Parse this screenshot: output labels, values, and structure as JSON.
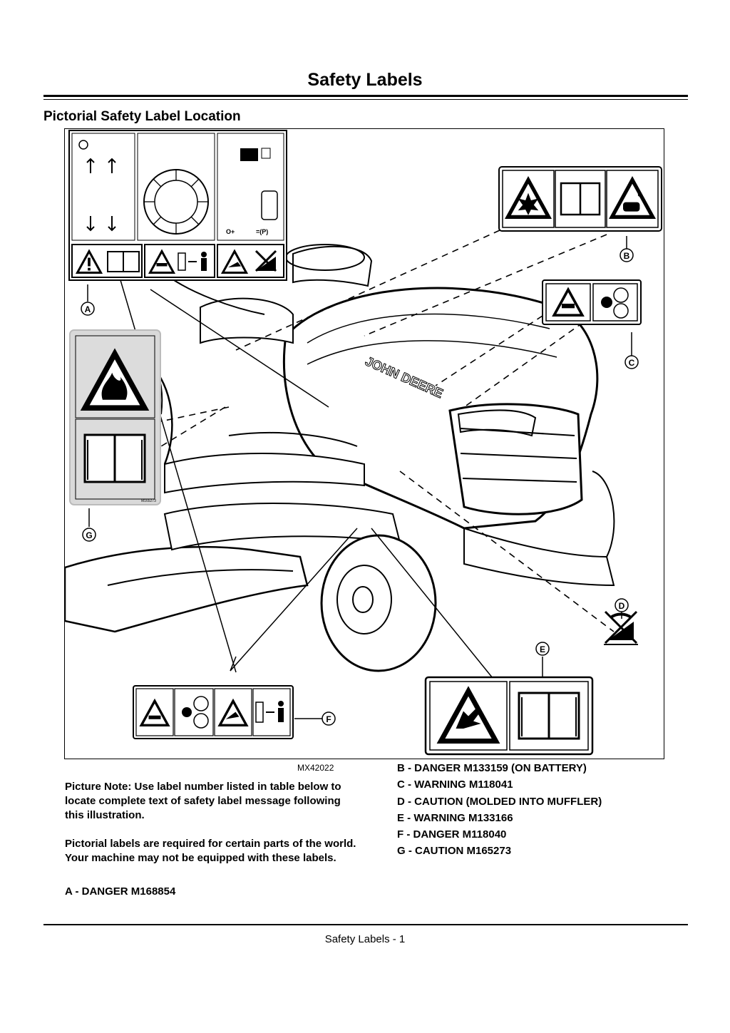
{
  "page": {
    "title": "Safety Labels",
    "section_heading": "Pictorial Safety Label Location",
    "figure_id": "MX42022",
    "footer": "Safety Labels - 1"
  },
  "figure": {
    "brand_on_hood": "JOHN DEERE",
    "callouts": [
      "A",
      "B",
      "C",
      "D",
      "E",
      "F",
      "G"
    ],
    "label_part_number_g": "M165273",
    "icons": [
      "warning-triangle-icon",
      "operator-manual-icon",
      "explosion-icon",
      "acid-burn-icon",
      "fire-icon",
      "hand-entanglement-icon",
      "thrown-object-icon",
      "keep-away-person-icon",
      "no-slope-icon"
    ]
  },
  "notes": {
    "picture_note": "Picture Note: Use label number listed in table below to locate complete text of safety label message following this illustration.",
    "pictorial_note": "Pictorial labels are required for certain parts of the world. Your machine may not be equipped with these labels."
  },
  "labels": [
    {
      "letter": "A",
      "text": "A  - DANGER M168854"
    },
    {
      "letter": "B",
      "text": "B  - DANGER M133159 (ON BATTERY)"
    },
    {
      "letter": "C",
      "text": "C  - WARNING M118041"
    },
    {
      "letter": "D",
      "text": "D  - CAUTION (MOLDED INTO MUFFLER)"
    },
    {
      "letter": "E",
      "text": "E  - WARNING M133166"
    },
    {
      "letter": "F",
      "text": "F  - DANGER M118040"
    },
    {
      "letter": "G",
      "text": "G - CAUTION M165273"
    }
  ]
}
